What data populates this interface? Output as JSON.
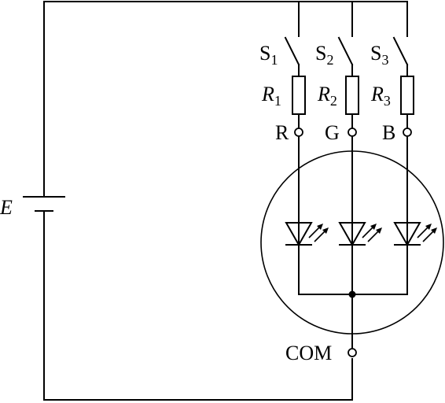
{
  "battery": {
    "symbol": "E"
  },
  "switches": [
    {
      "label": "S",
      "sub": "1"
    },
    {
      "label": "S",
      "sub": "2"
    },
    {
      "label": "S",
      "sub": "3"
    }
  ],
  "resistors": [
    {
      "label": "R",
      "sub": "1"
    },
    {
      "label": "R",
      "sub": "2"
    },
    {
      "label": "R",
      "sub": "3"
    }
  ],
  "terminals": {
    "red": "R",
    "green": "G",
    "blue": "B",
    "common": "COM"
  },
  "colors": {
    "line": "#000000",
    "background": "#ffffff"
  }
}
